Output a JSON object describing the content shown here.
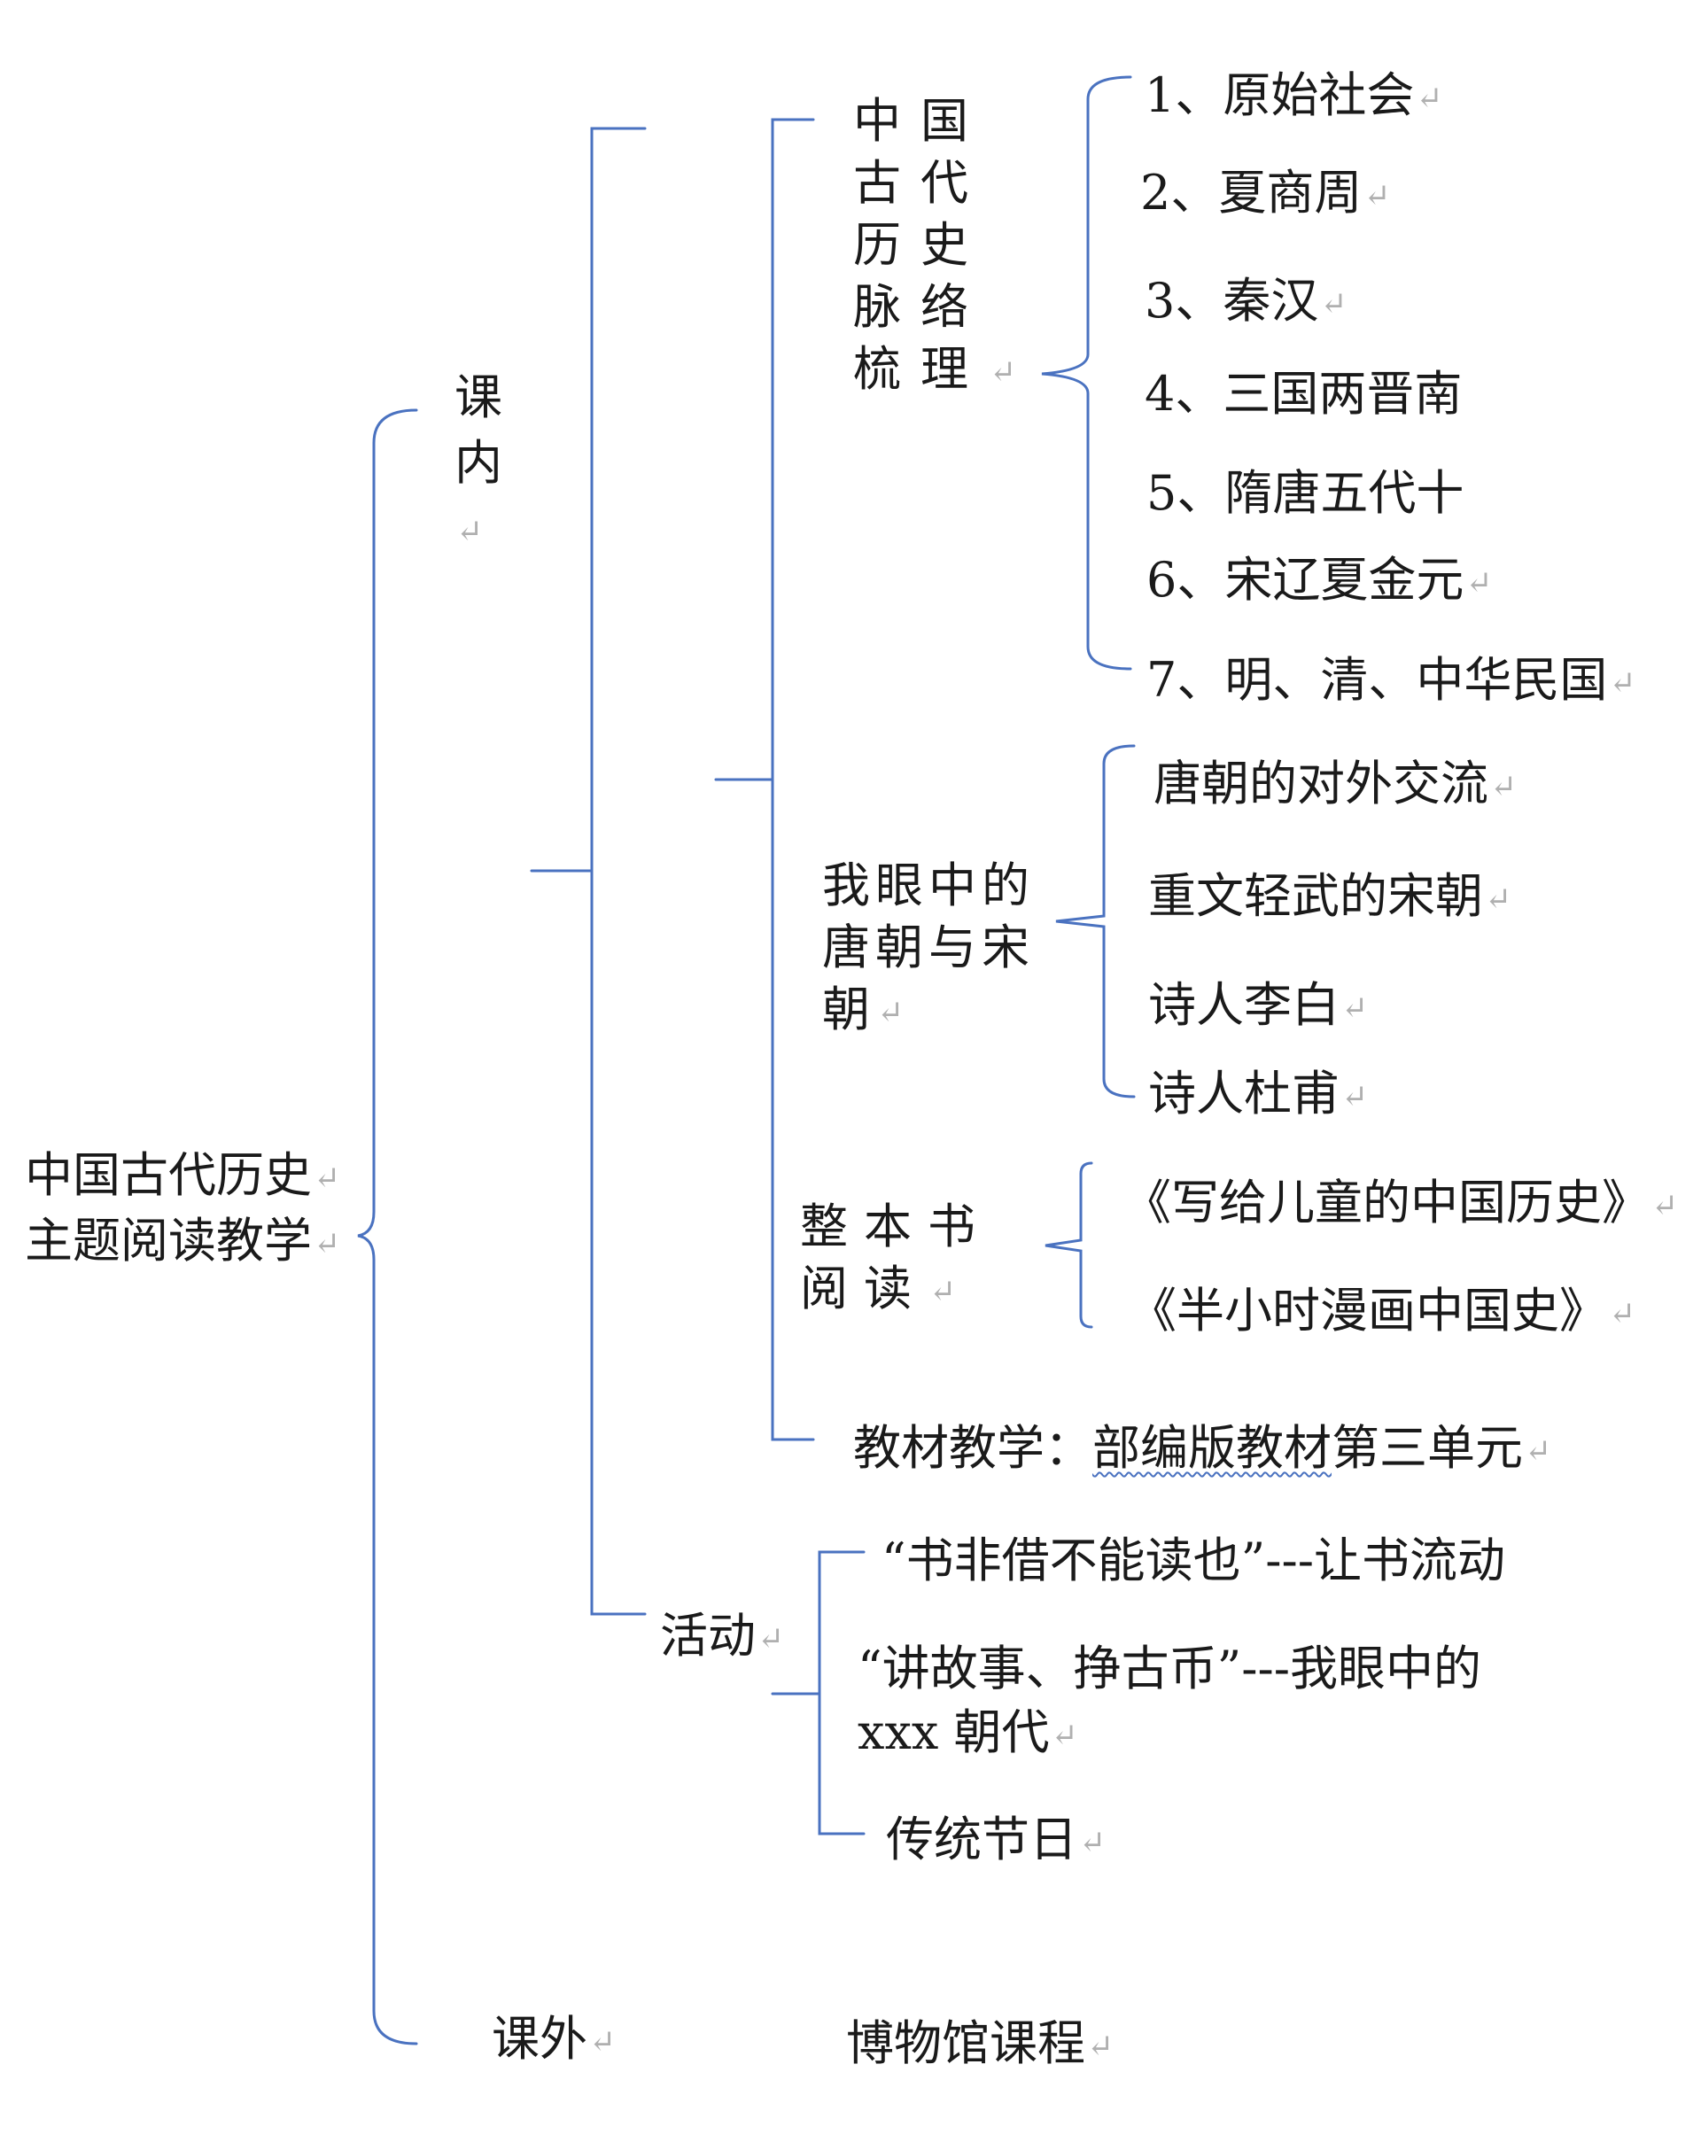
{
  "root": {
    "line1": "中国古代历史",
    "line2": "主题阅读教学"
  },
  "in_class": {
    "label": "课内",
    "history": {
      "label": "中国古代历史脉络梳理",
      "items": [
        "1、原始社会",
        "2、夏商周",
        "3、秦汉",
        "4、三国两晋南",
        "5、隋唐五代十",
        "6、宋辽夏金元",
        "7、明、清、中华民国"
      ]
    },
    "tang_song": {
      "label": "我眼中的唐朝与宋朝",
      "items": [
        "唐朝的对外交流",
        "重文轻武的宋朝",
        "诗人李白",
        "诗人杜甫"
      ]
    },
    "books": {
      "label": "整本书阅读",
      "items": [
        "《写给儿童的中国历史》",
        "《半小时漫画中国史》"
      ]
    },
    "textbook": {
      "prefix": "教材教学：",
      "underlined": "部编版教材",
      "suffix": "第三单元"
    },
    "activities": {
      "label": "活动",
      "items": [
        "“书非借不能读也”---让书流动",
        "“讲故事、挣古币”---我眼中的 xxx 朝代",
        "传统节日"
      ]
    }
  },
  "out_class": {
    "label": "课外",
    "item": "博物馆课程"
  },
  "colors": {
    "bracket": "#4a72c0",
    "text": "#1a1a1a",
    "return_mark": "#b0b0b0"
  }
}
